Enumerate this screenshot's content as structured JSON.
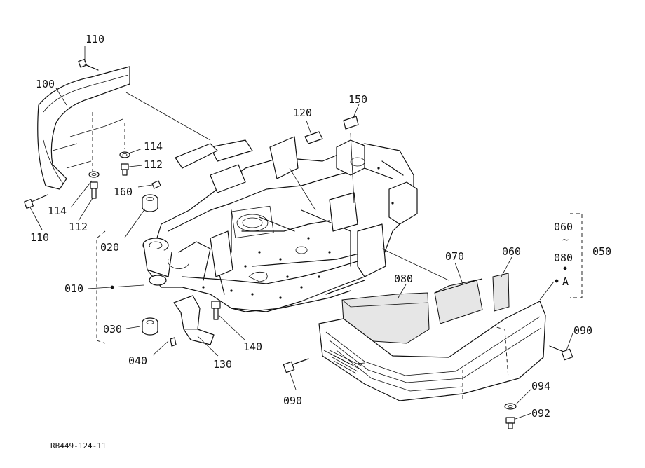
{
  "callouts": {
    "c110a": "110",
    "c100": "100",
    "c114a": "114",
    "c112a": "112",
    "c160": "160",
    "c114b": "114",
    "c112b": "112",
    "c110b": "110",
    "c020": "020",
    "c010": "010",
    "c030": "030",
    "c040": "040",
    "c130": "130",
    "c140": "140",
    "c120": "120",
    "c150": "150",
    "c070": "070",
    "c060": "060",
    "c080": "080",
    "c090a": "090",
    "c090b": "090",
    "c094": "094",
    "c092": "092"
  },
  "bracket_group": {
    "range_top": "060",
    "tilde": "~",
    "range_bottom": "080",
    "marker": "A",
    "group": "050"
  },
  "figure_code": "RB449-124-11"
}
